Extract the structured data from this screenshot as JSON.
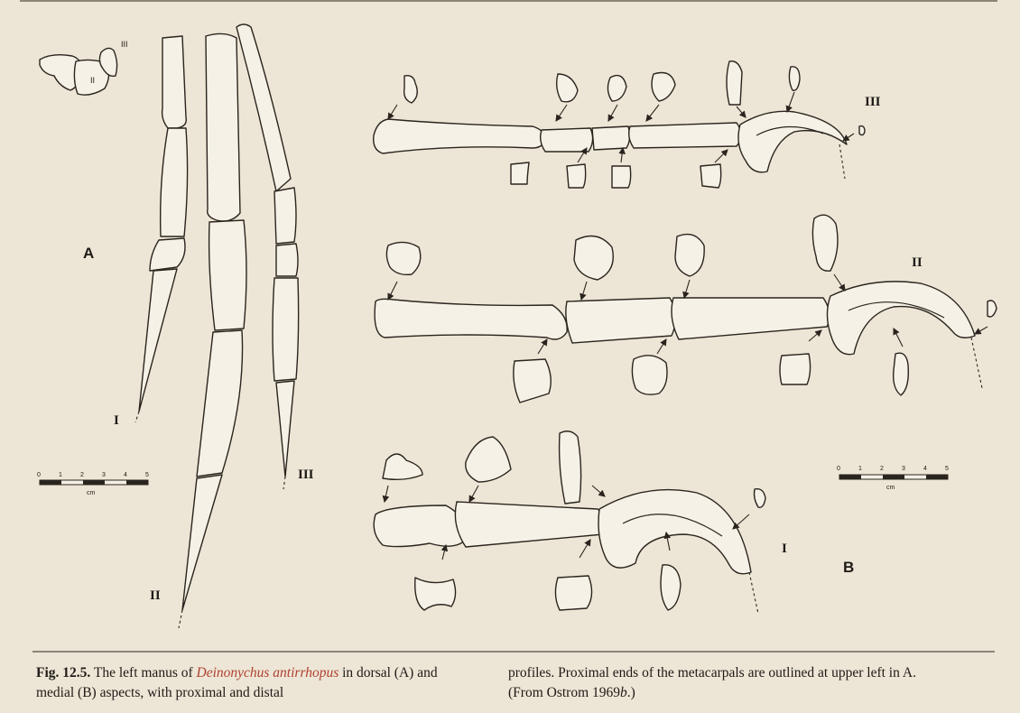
{
  "caption": {
    "fig_label": "Fig. 12.5.",
    "part1": " The left manus of ",
    "species": "Deinonychus antirrhopus",
    "part2": " in dorsal (A) and medial (B) aspects, with proximal and distal",
    "part3": "profiles. Proximal ends of the metacarpals are outlined at upper left in A. (From Ostrom 1969",
    "ref_letter": "b",
    "part4": ".)"
  },
  "labels": {
    "panel_a": "A",
    "panel_b": "B",
    "digit_1": "I",
    "digit_2": "II",
    "digit_3": "III",
    "metacarpal_2": "II",
    "metacarpal_3": "III"
  },
  "scale_bar_a": {
    "ticks": [
      "0",
      "1",
      "2",
      "3",
      "4",
      "5"
    ],
    "unit": "cm"
  },
  "scale_bar_b": {
    "ticks": [
      "0",
      "1",
      "2",
      "3",
      "4",
      "5"
    ],
    "unit": "cm"
  },
  "colors": {
    "paper": "#ede6d6",
    "ink": "#2a241e",
    "species_name": "#b04030"
  }
}
